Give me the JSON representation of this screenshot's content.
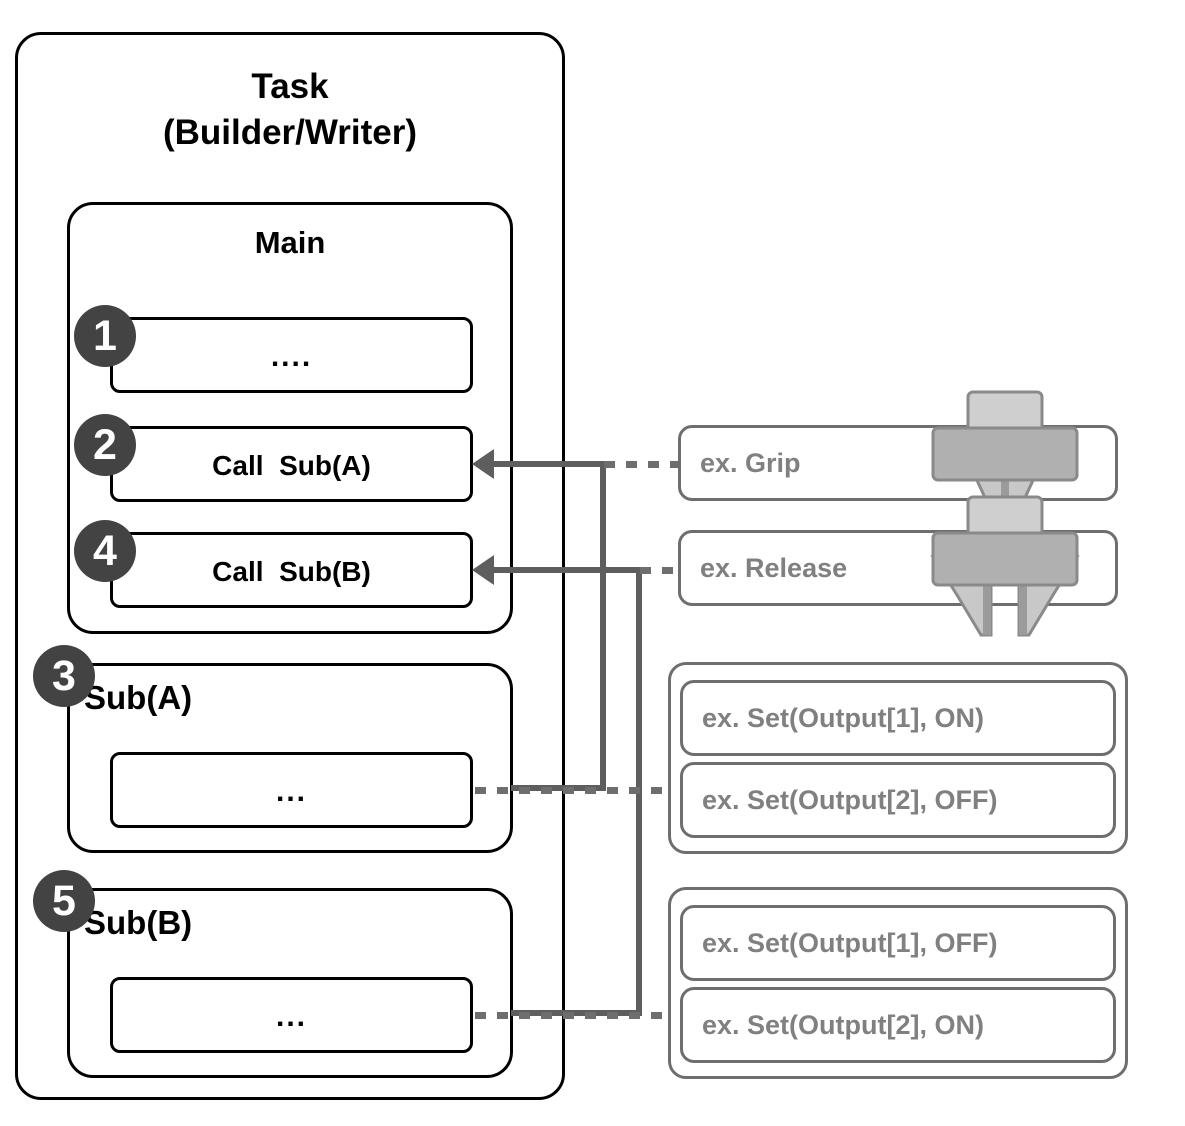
{
  "diagram": {
    "task": {
      "title_line1": "Task",
      "title_line2": "(Builder/Writer)"
    },
    "main": {
      "title": "Main",
      "steps": [
        {
          "badge": "1",
          "text": "...."
        },
        {
          "badge": "2",
          "text": "Call  Sub(A)"
        },
        {
          "badge": "4",
          "text": "Call  Sub(B)"
        }
      ]
    },
    "subroutines": [
      {
        "badge": "3",
        "title": "Sub(A)",
        "body_text": "..."
      },
      {
        "badge": "5",
        "title": "Sub(B)",
        "body_text": "..."
      }
    ],
    "examples": {
      "gripper_actions": [
        {
          "label": "ex. Grip",
          "icon": "gripper-closed-icon"
        },
        {
          "label": "ex. Release",
          "icon": "gripper-open-icon"
        }
      ],
      "output_groups": [
        {
          "items": [
            "ex. Set(Output[1], ON)",
            "ex. Set(Output[2], OFF)"
          ]
        },
        {
          "items": [
            "ex. Set(Output[1], OFF)",
            "ex. Set(Output[2], ON)"
          ]
        }
      ]
    },
    "colors": {
      "outline_black": "#000000",
      "outline_gray": "#6e6e6e",
      "badge_fill": "#434343",
      "badge_text": "#ffffff",
      "example_text": "#808080",
      "connector": "#5e5e5e",
      "gripper_cap": "#cfcfcf",
      "gripper_body": "#b0b0b0",
      "gripper_jaw": "#c8c8c8",
      "background": "#ffffff"
    }
  }
}
